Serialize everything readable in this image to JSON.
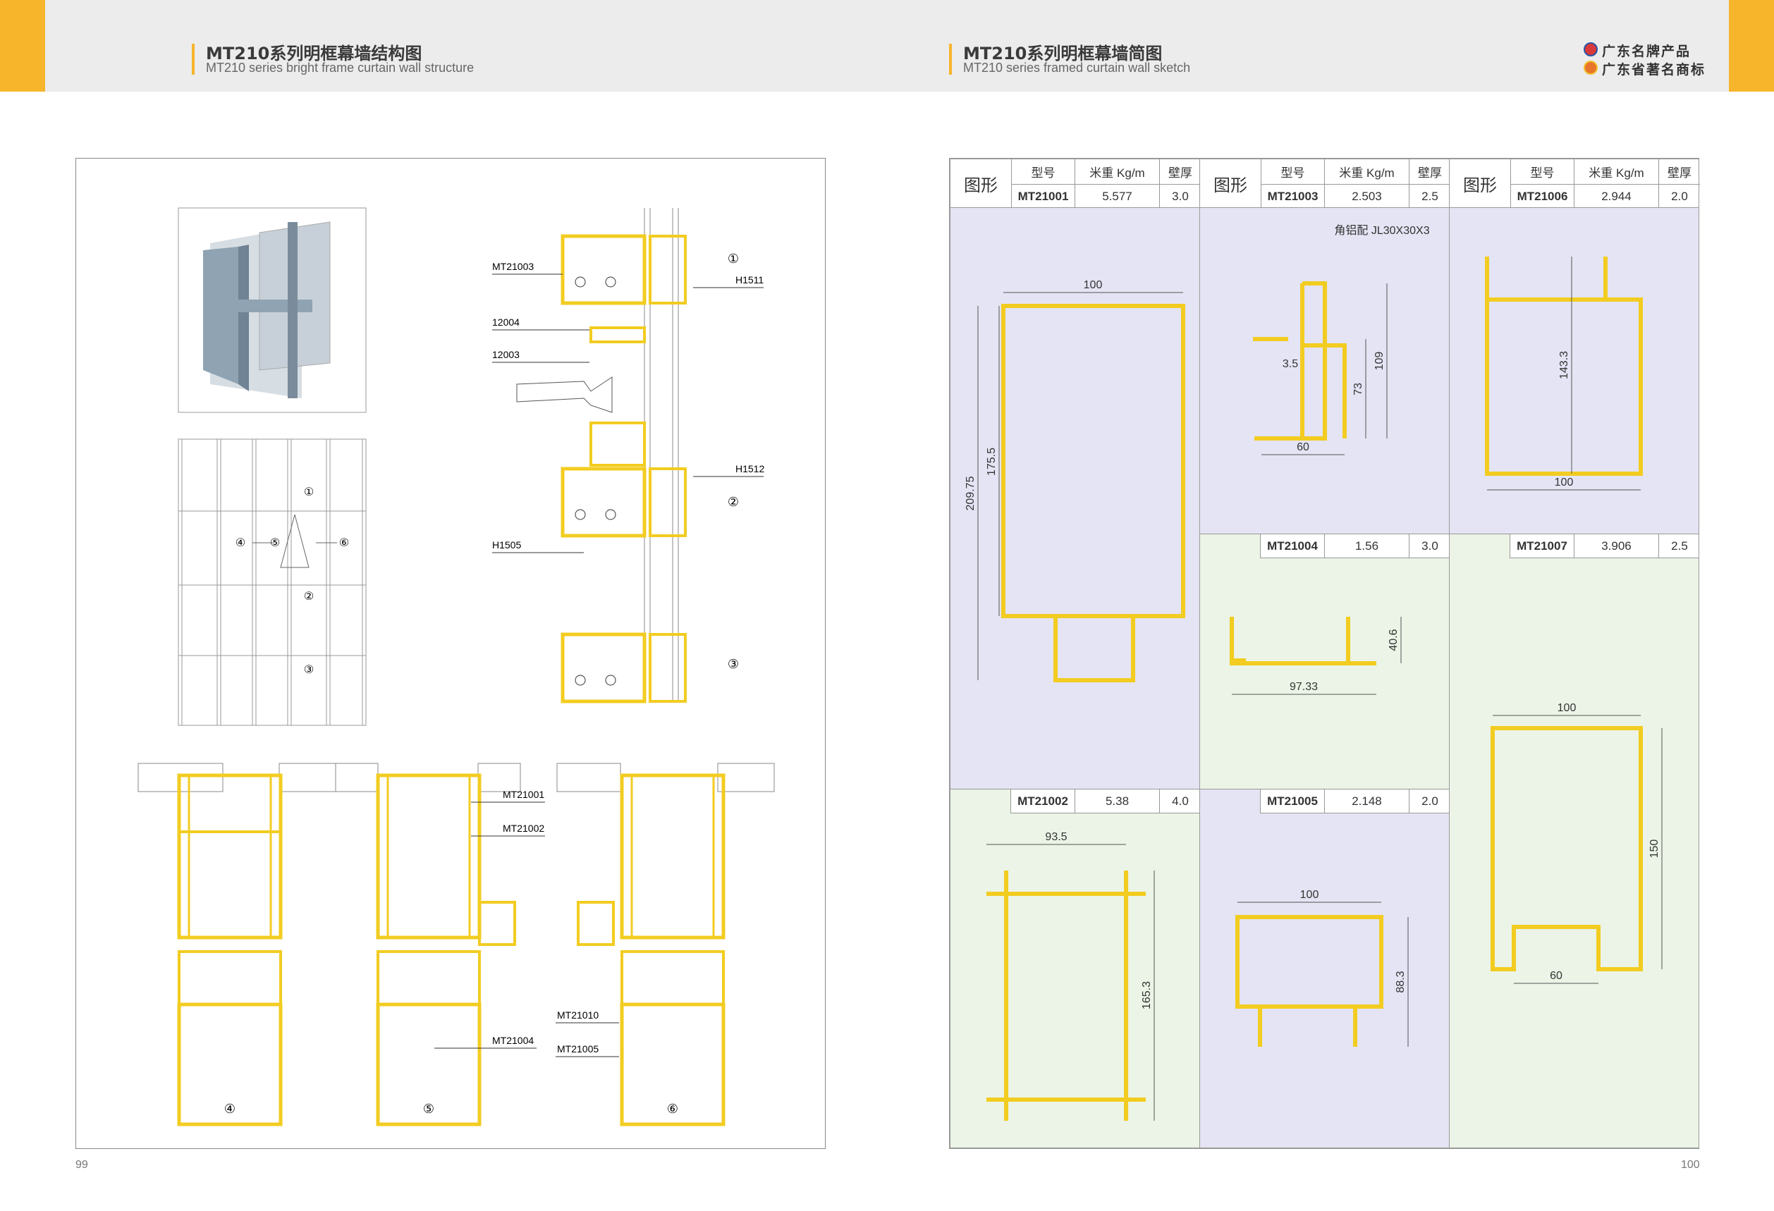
{
  "header": {
    "left_title": "MT210系列明框幕墙结构图",
    "left_subtitle": "MT210 series bright frame curtain wall structure",
    "right_title": "MT210系列明框幕墙简图",
    "right_subtitle": "MT210 series framed curtain wall sketch",
    "badge1": "广东名牌产品",
    "badge2": "广东省著名商标",
    "accent_color": "#f7b52c"
  },
  "left_labels": {
    "mt21003": "MT21003",
    "p12004": "12004",
    "p12003": "12003",
    "h1511": "H1511",
    "h1512": "H1512",
    "h1505": "H1505",
    "mt21001": "MT21001",
    "mt21002": "MT21002",
    "mt21004": "MT21004",
    "mt21010": "MT21010",
    "mt21005": "MT21005",
    "c1": "①",
    "c2": "②",
    "c3": "③",
    "c4": "④",
    "c5": "⑤",
    "c6": "⑥"
  },
  "catalog": {
    "col_shape": "图形",
    "col_model": "型号",
    "col_weight": "米重 Kg/m",
    "col_wall": "壁厚",
    "items": [
      {
        "model": "MT21001",
        "weight": "5.577",
        "wall": "3.0"
      },
      {
        "model": "MT21003",
        "weight": "2.503",
        "wall": "2.5"
      },
      {
        "model": "MT21006",
        "weight": "2.944",
        "wall": "2.0"
      },
      {
        "model": "MT21004",
        "weight": "1.56",
        "wall": "3.0"
      },
      {
        "model": "MT21007",
        "weight": "3.906",
        "wall": "2.5"
      },
      {
        "model": "MT21002",
        "weight": "5.38",
        "wall": "4.0"
      },
      {
        "model": "MT21005",
        "weight": "2.148",
        "wall": "2.0"
      }
    ],
    "note": "角铝配 JL30X30X3",
    "dims": {
      "d100a": "100",
      "d209": "209.75",
      "d175": "175.5",
      "d109": "109",
      "d73": "73",
      "d35": "3.5",
      "d60a": "60",
      "d143": "143.3",
      "d100b": "100",
      "d406": "40.6",
      "d9733": "97.33",
      "d100c": "100",
      "d150": "150",
      "d60b": "60",
      "d935": "93.5",
      "d1653": "165.3",
      "d100d": "100",
      "d883": "88.3"
    }
  },
  "pages": {
    "left": "99",
    "right": "100"
  }
}
